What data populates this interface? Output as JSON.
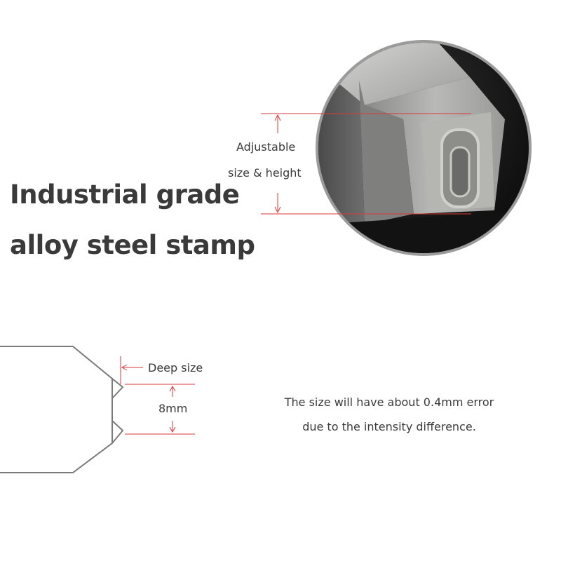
{
  "headline": {
    "line1": "Industrial grade",
    "line2": "alloy steel stamp"
  },
  "photo_callout": {
    "line1": "Adjustable",
    "line2": "size & height"
  },
  "diagram": {
    "deep_label": "Deep size",
    "size_label": "8mm"
  },
  "note": {
    "line1": "The size will have about 0.4mm error",
    "line2": "due to the intensity difference."
  },
  "colors": {
    "text": "#3a3a3a",
    "accent_line": "#d83a3a",
    "outline": "#7a7a7a",
    "steel": "#a7a7a7",
    "photo_bg": "#1a1a1a"
  }
}
